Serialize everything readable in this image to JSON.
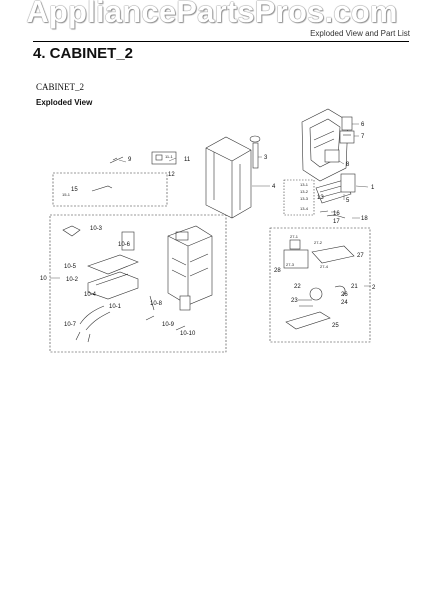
{
  "watermark": "AppliancePartsPros.com",
  "header": {
    "right_text": "Exploded View and Part List",
    "section_title": "4.  CABINET_2"
  },
  "subtitle": "CABINET_2",
  "view_label": "Exploded View",
  "callouts": {
    "c1": "1",
    "c2": "2",
    "c3": "3",
    "c4": "4",
    "c5": "5",
    "c6": "6",
    "c7": "7",
    "c8": "8",
    "c9": "9",
    "c10": "10",
    "c11": "11",
    "c12": "12",
    "c13": "13",
    "c15": "15",
    "c16": "16",
    "c17": "17",
    "c18": "18",
    "c21": "21",
    "c22": "22",
    "c23": "23",
    "c24": "24",
    "c25": "25",
    "c26": "26",
    "c27": "27",
    "c28": "28",
    "c101": "10-1",
    "c102": "10-2",
    "c103": "10-3",
    "c104": "10-4",
    "c105": "10-5",
    "c106": "10-6",
    "c107": "10-7",
    "c108": "10-8",
    "c109": "10-9",
    "c1010": "10-10",
    "c111": "11-1",
    "c131": "13-1",
    "c132": "13-2",
    "c133": "13-3",
    "c134": "13-4",
    "c151": "15-1",
    "c271": "27-1",
    "c272": "27-2",
    "c273": "27-3",
    "c274": "27-4"
  }
}
